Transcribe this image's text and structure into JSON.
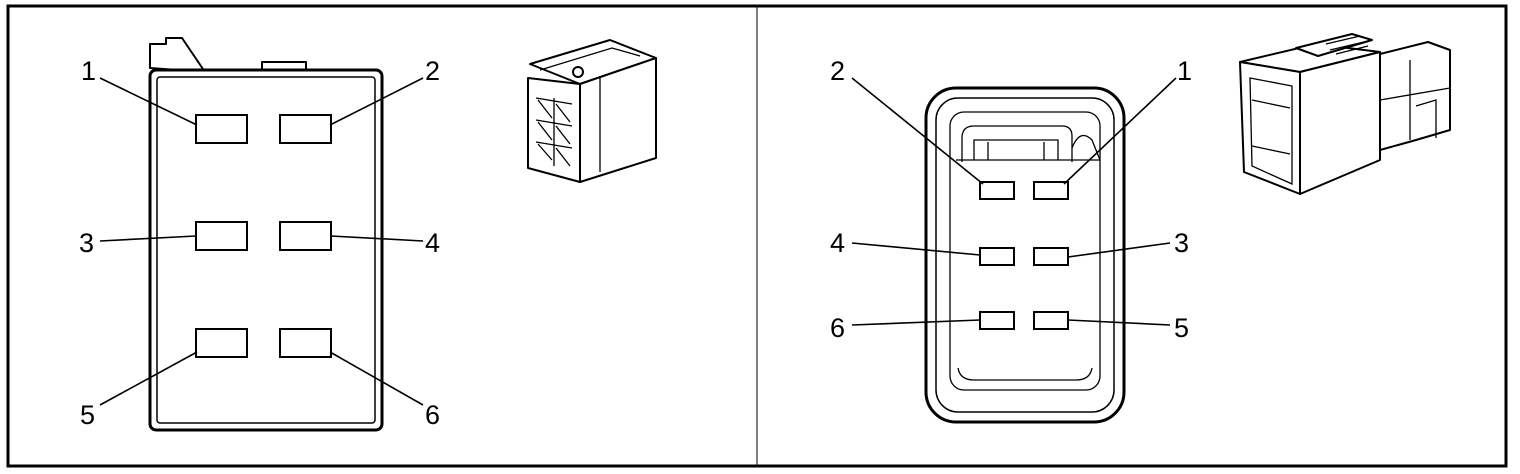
{
  "left_connector": {
    "pins": [
      {
        "label": "1"
      },
      {
        "label": "2"
      },
      {
        "label": "3"
      },
      {
        "label": "4"
      },
      {
        "label": "5"
      },
      {
        "label": "6"
      }
    ]
  },
  "right_connector": {
    "pins": [
      {
        "label": "1"
      },
      {
        "label": "2"
      },
      {
        "label": "3"
      },
      {
        "label": "4"
      },
      {
        "label": "5"
      },
      {
        "label": "6"
      }
    ]
  }
}
